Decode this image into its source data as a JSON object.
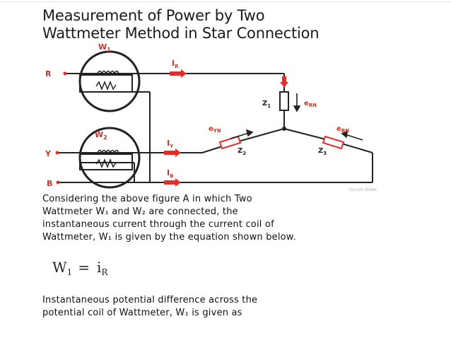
{
  "title": {
    "line1": "Measurement of Power by Two",
    "line2": "Wattmeter Method in Star Connection"
  },
  "diagram": {
    "phase_labels": {
      "r": "R",
      "y": "Y",
      "b": "B"
    },
    "wattmeters": {
      "w1": "W",
      "w1_sub": "1",
      "w2": "W",
      "w2_sub": "2"
    },
    "currents": {
      "ir": "I",
      "ir_sub": "R",
      "iy": "I",
      "iy_sub": "Y",
      "ib": "I",
      "ib_sub": "B"
    },
    "impedances": {
      "z1": "Z",
      "z1_sub": "1",
      "z2": "Z",
      "z2_sub": "2",
      "z3": "Z",
      "z3_sub": "3"
    },
    "voltages": {
      "ern": "e",
      "ern_sub": "RN",
      "eyn": "e",
      "eyn_sub": "YN",
      "ebn": "e",
      "ebn_sub": "BN"
    },
    "credit": "Circuit Globe",
    "colors": {
      "wire": "#222222",
      "resistor": "#e0302a",
      "arrow": "#e0302a",
      "dot": "#e0302a",
      "label": "#c0392b"
    }
  },
  "paragraph1": {
    "line1": "Considering the above figure A in which Two",
    "line2": "Wattmeter W₁ and W₂ are connected, the",
    "line3": "instantaneous current through the current coil of",
    "line4": "Wattmeter, W₁ is given by the equation shown below."
  },
  "equation": {
    "lhs": "W",
    "lhs_sub": "1",
    "sign": "=",
    "rhs": "i",
    "rhs_sub": "R"
  },
  "paragraph2": {
    "line1": "Instantaneous potential difference across the",
    "line2": "potential coil of Wattmeter, W₁ is given as"
  }
}
